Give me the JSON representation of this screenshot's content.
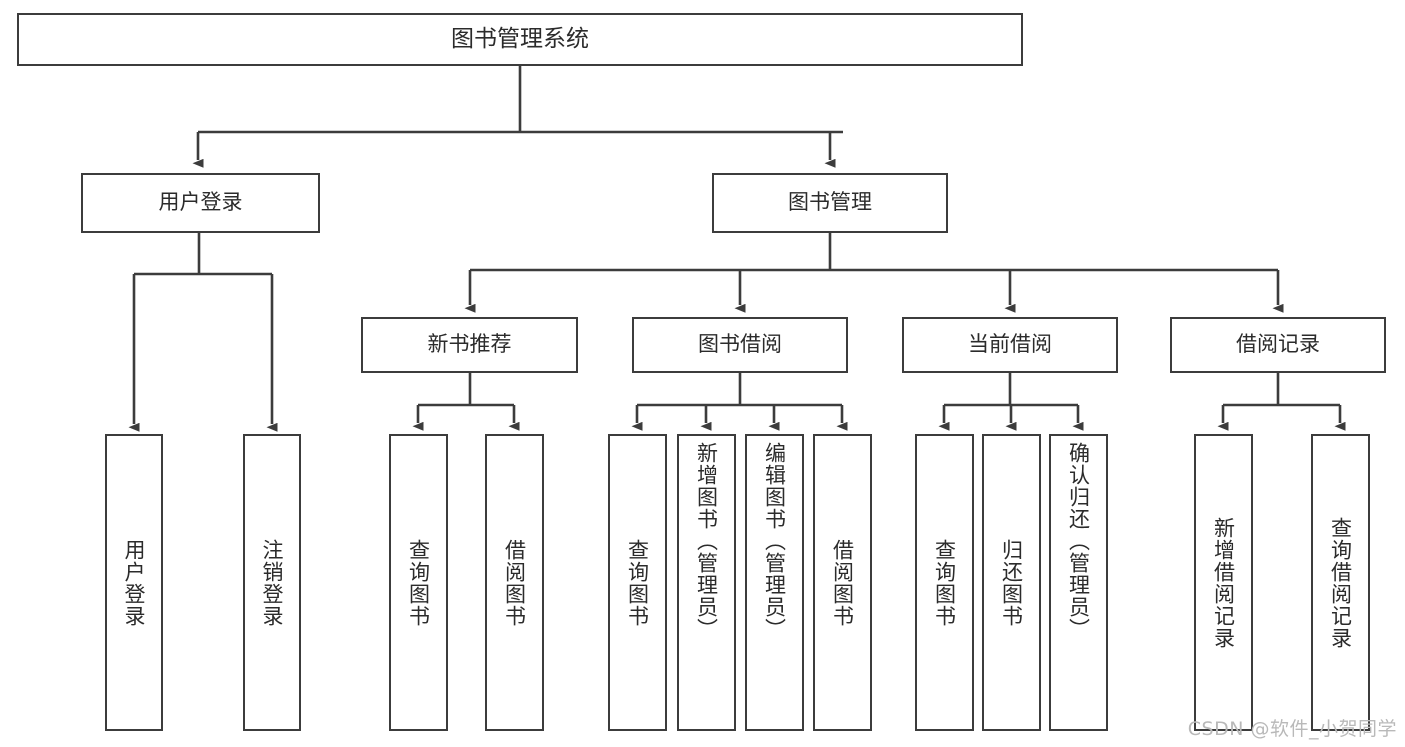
{
  "diagram": {
    "type": "tree",
    "title": "图书管理系统",
    "watermark": "CSDN @软件_小贺同学",
    "root": {
      "id": "root",
      "label": "图书管理系统"
    },
    "level2": [
      {
        "id": "user-login",
        "label": "用户登录"
      },
      {
        "id": "book-manage",
        "label": "图书管理"
      }
    ],
    "level3": [
      {
        "id": "new-book-rec",
        "label": "新书推荐",
        "parent": "book-manage"
      },
      {
        "id": "book-borrow",
        "label": "图书借阅",
        "parent": "book-manage"
      },
      {
        "id": "current-borrow",
        "label": "当前借阅",
        "parent": "book-manage"
      },
      {
        "id": "borrow-record",
        "label": "借阅记录",
        "parent": "book-manage"
      }
    ],
    "leaves": [
      {
        "id": "leaf-user-login",
        "label": "用户登录",
        "parent": "user-login"
      },
      {
        "id": "leaf-user-logout",
        "label": "注销登录",
        "parent": "user-login"
      },
      {
        "id": "leaf-rec-query-book",
        "label": "查询图书",
        "parent": "new-book-rec"
      },
      {
        "id": "leaf-rec-borrow-book",
        "label": "借阅图书",
        "parent": "new-book-rec"
      },
      {
        "id": "leaf-borrow-query-book",
        "label": "查询图书",
        "parent": "book-borrow"
      },
      {
        "id": "leaf-borrow-add-book",
        "label": "新增图书（管理员）",
        "parent": "book-borrow"
      },
      {
        "id": "leaf-borrow-edit-book",
        "label": "编辑图书（管理员）",
        "parent": "book-borrow"
      },
      {
        "id": "leaf-borrow-borrow-book",
        "label": "借阅图书",
        "parent": "book-borrow"
      },
      {
        "id": "leaf-cur-query-book",
        "label": "查询图书",
        "parent": "current-borrow"
      },
      {
        "id": "leaf-cur-return-book",
        "label": "归还图书",
        "parent": "current-borrow"
      },
      {
        "id": "leaf-cur-confirm-return",
        "label": "确认归还（管理员）",
        "parent": "current-borrow"
      },
      {
        "id": "leaf-rec-add-record",
        "label": "新增借阅记录",
        "parent": "borrow-record"
      },
      {
        "id": "leaf-rec-query-record",
        "label": "查询借阅记录",
        "parent": "borrow-record"
      }
    ],
    "colors": {
      "border": "#3c3c3c",
      "fill": "#ffffff",
      "text": "#2b2b2b",
      "background": "#ffffff",
      "watermark": "#b9b9b9"
    }
  }
}
